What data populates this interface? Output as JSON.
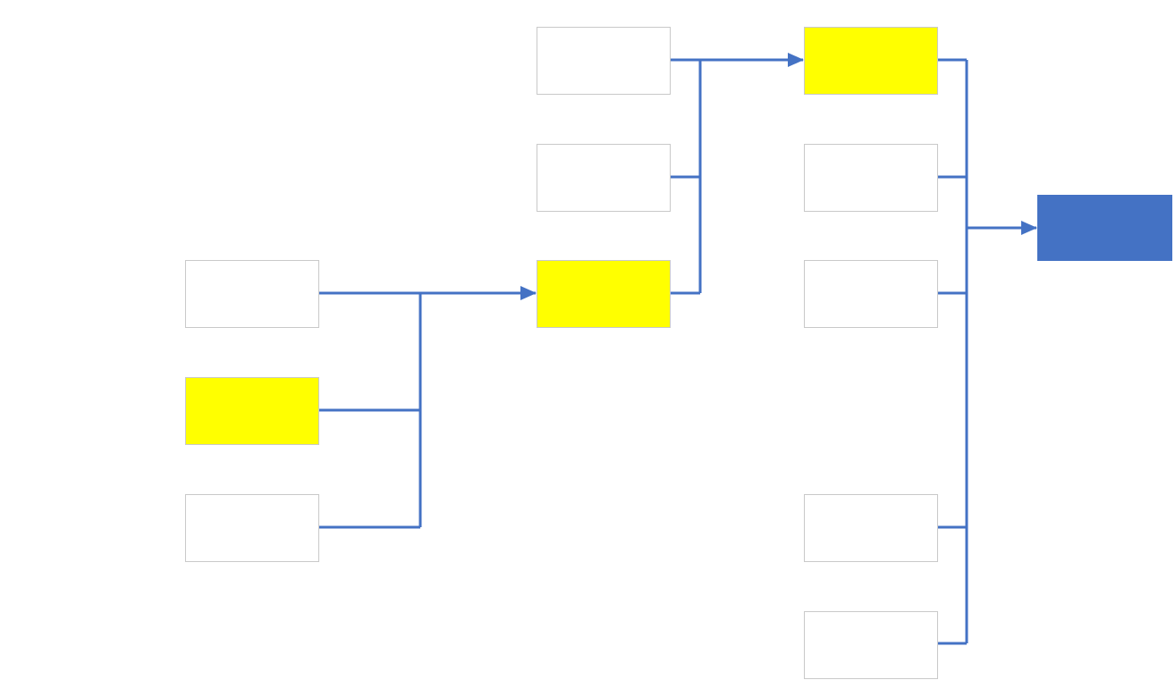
{
  "diagram": {
    "type": "tournament-bracket",
    "colors": {
      "connector": "#4472c4",
      "box_border": "#c9c9c9",
      "box_fill": "#ffffff",
      "highlight_fill": "#ffff00",
      "final_fill": "#4472c4"
    },
    "round1": [
      {
        "id": "r1-a",
        "label": "",
        "highlighted": false
      },
      {
        "id": "r1-b",
        "label": "",
        "highlighted": true
      },
      {
        "id": "r1-c",
        "label": "",
        "highlighted": false
      }
    ],
    "round2": [
      {
        "id": "r2-a",
        "label": "",
        "highlighted": false
      },
      {
        "id": "r2-b",
        "label": "",
        "highlighted": false
      },
      {
        "id": "r2-c",
        "label": "",
        "highlighted": true
      }
    ],
    "round3": [
      {
        "id": "r3-a",
        "label": "",
        "highlighted": true
      },
      {
        "id": "r3-b",
        "label": "",
        "highlighted": false
      },
      {
        "id": "r3-c",
        "label": "",
        "highlighted": false
      },
      {
        "id": "r3-d",
        "label": "",
        "highlighted": false
      },
      {
        "id": "r3-e",
        "label": "",
        "highlighted": false
      }
    ],
    "final": {
      "id": "final",
      "label": ""
    }
  }
}
